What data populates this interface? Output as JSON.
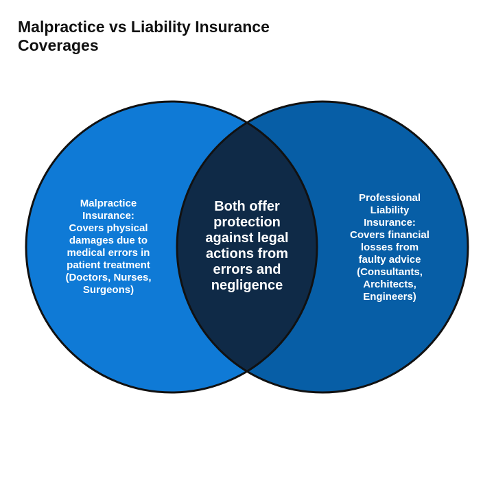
{
  "title": "Malpractice vs Liability Insurance Coverages",
  "colors": {
    "left_circle": "#0f7ad6",
    "right_circle": "#075ea6",
    "overlap": "#0f2a47",
    "outline": "#111111",
    "label_text": "#ffffff"
  },
  "venn": {
    "left": {
      "text": "Malpractice\nInsurance:\nCovers physical\ndamages due to\nmedical errors in\npatient treatment\n(Doctors, Nurses,\nSurgeons)"
    },
    "overlap": {
      "text": "Both offer\nprotection\nagainst legal\nactions from\nerrors and\nnegligence"
    },
    "right": {
      "text": "Professional\nLiability\nInsurance:\nCovers financial\nlosses from\nfaulty advice\n(Consultants,\nArchitects,\nEngineers)"
    }
  }
}
